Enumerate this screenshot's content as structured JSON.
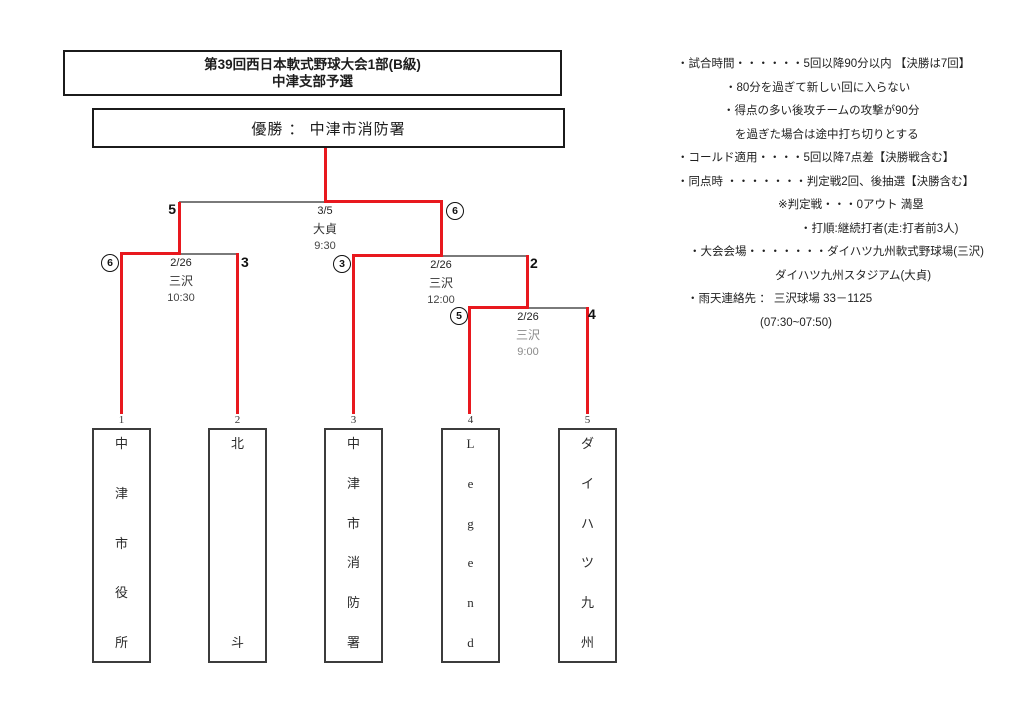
{
  "title": {
    "line1": "第39回西日本軟式野球大会1部(B級)",
    "line2": "中津支部予選"
  },
  "champion": {
    "text": "優勝 ： 中津市消防署"
  },
  "teams": [
    {
      "seed": "1",
      "name": "中津市役所"
    },
    {
      "seed": "2",
      "name": "北斗"
    },
    {
      "seed": "3",
      "name": "中津市消防署"
    },
    {
      "seed": "4",
      "name": "Legend"
    },
    {
      "seed": "5",
      "name": "ダイハツ九州"
    }
  ],
  "matches": {
    "final": {
      "date": "3/5",
      "venue": "大貞",
      "time": "9:30",
      "left_score": "5",
      "right_score": "6",
      "winner": "right"
    },
    "semi_left": {
      "date": "2/26",
      "venue": "三沢",
      "time": "10:30",
      "left_score": "6",
      "right_score": "3",
      "winner": "left"
    },
    "semi_right": {
      "date": "2/26",
      "venue": "三沢",
      "time": "12:00",
      "left_score": "3",
      "right_score": "2",
      "winner": "left"
    },
    "round1": {
      "date": "2/26",
      "venue": "三沢",
      "time": "9:00",
      "left_score": "5",
      "right_score": "4",
      "winner": "left"
    }
  },
  "notes": {
    "lines": [
      "・試合時間・・・・・・5回以降90分以内 【決勝は7回】",
      "・80分を過ぎて新しい回に入らない",
      "・得点の多い後攻チームの攻撃が90分",
      "を過ぎた場合は途中打ち切りとする",
      "・コールド適用・・・・5回以降7点差【決勝戦含む】",
      "・同点時 ・・・・・・・判定戦2回、後抽選【決勝含む】",
      "※判定戦・・・0アウト 満塁",
      "・打順:継続打者(走:打者前3人)",
      "・大会会場・・・・・・・ダイハツ九州軟式野球場(三沢)",
      "ダイハツ九州スタジアム(大貞)",
      "・雨天連絡先 ： 三沢球場 33－1125",
      "(07:30~07:50)"
    ]
  },
  "colors": {
    "bracket_red": "#e8181e",
    "bracket_gray": "#7a7a7a"
  }
}
